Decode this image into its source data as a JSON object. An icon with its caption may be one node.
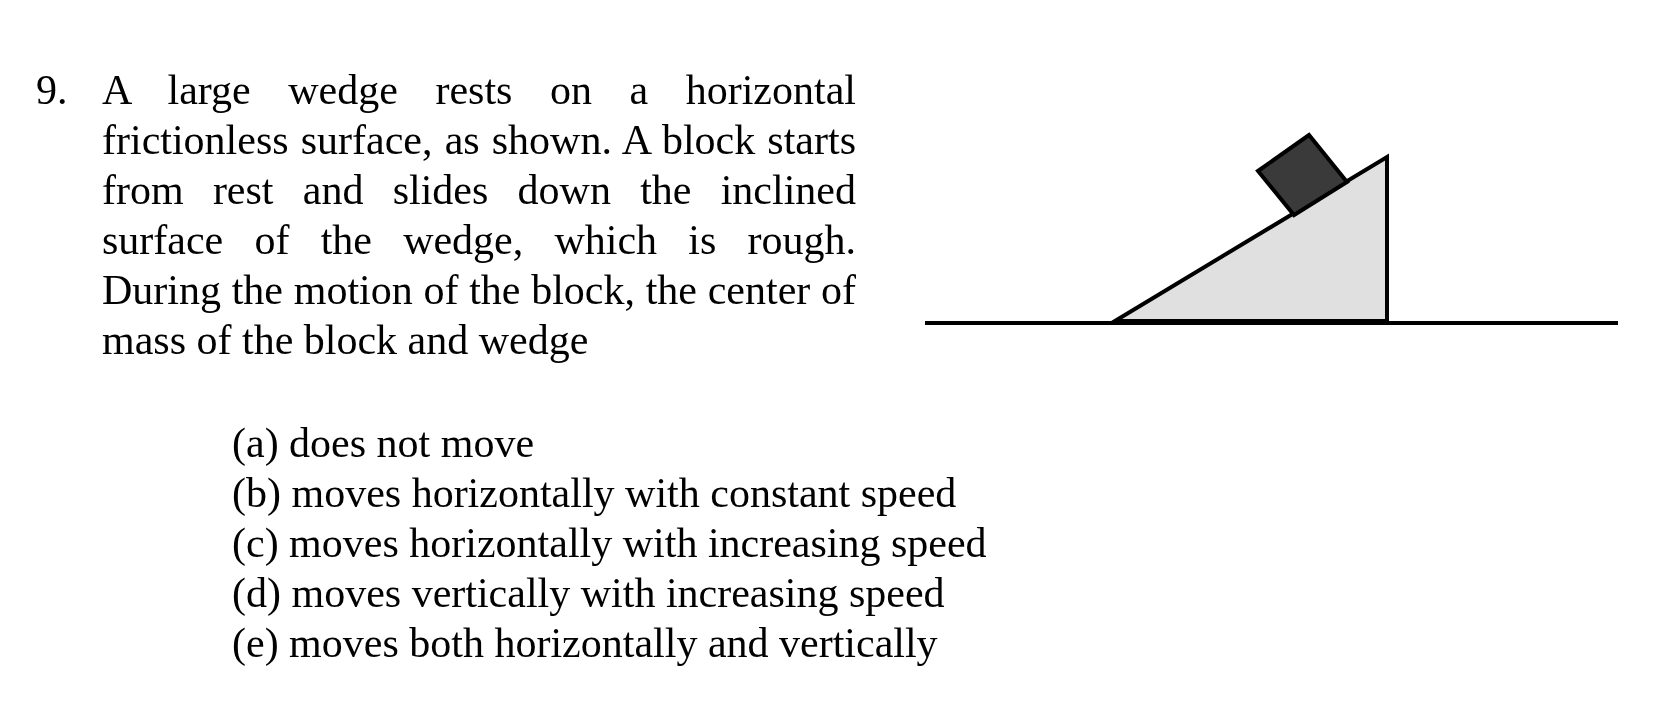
{
  "diagram": {
    "labels": [
      "9.",
      "A large wedge rests on a horizontal frictionless surface, as shown. A block starts from rest and slides down the inclined surface of the wedge, which is rough. During the motion of the block, the center of mass of the block and wedge",
      "(a) does not move",
      "(b) moves horizontally with constant speed",
      "(c) moves horizontally with increasing speed",
      "(d) moves vertically with increasing speed",
      "(e) moves both horizontally and vertically"
    ]
  }
}
